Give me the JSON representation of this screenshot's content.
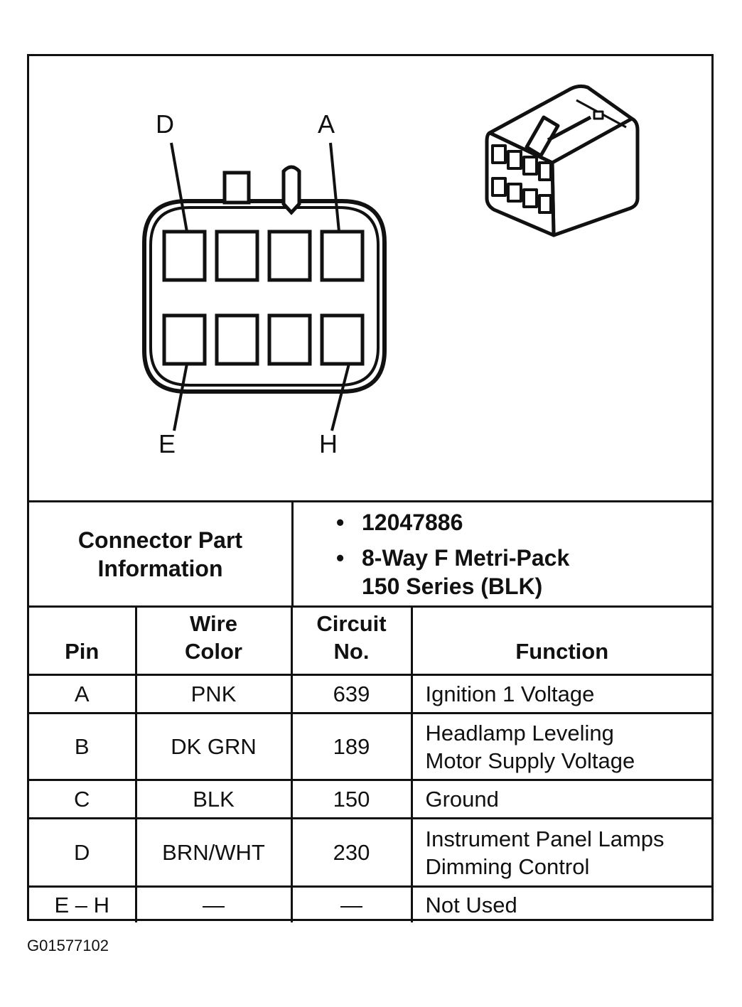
{
  "diagram": {
    "pin_labels": {
      "top_left": "D",
      "top_right": "A",
      "bottom_left": "E",
      "bottom_right": "H"
    }
  },
  "connector_part_information": {
    "label_line1": "Connector Part",
    "label_line2": "Information",
    "bullet_symbol": "•",
    "part_number": "12047886",
    "description_line1": "8-Way F Metri-Pack",
    "description_line2": "150 Series (BLK)"
  },
  "table": {
    "headers": {
      "pin": "Pin",
      "wire_color_line1": "Wire",
      "wire_color_line2": "Color",
      "circuit_line1": "Circuit",
      "circuit_line2": "No.",
      "function": "Function"
    },
    "rows": [
      {
        "pin": "A",
        "wire_color": "PNK",
        "circuit": "639",
        "function_line1": "Ignition 1 Voltage",
        "function_line2": ""
      },
      {
        "pin": "B",
        "wire_color": "DK GRN",
        "circuit": "189",
        "function_line1": "Headlamp Leveling",
        "function_line2": "Motor Supply Voltage"
      },
      {
        "pin": "C",
        "wire_color": "BLK",
        "circuit": "150",
        "function_line1": "Ground",
        "function_line2": ""
      },
      {
        "pin": "D",
        "wire_color": "BRN/WHT",
        "circuit": "230",
        "function_line1": "Instrument Panel Lamps",
        "function_line2": "Dimming Control"
      },
      {
        "pin": "E – H",
        "wire_color": "—",
        "circuit": "—",
        "function_line1": "Not Used",
        "function_line2": ""
      }
    ]
  },
  "reference_code": "G01577102"
}
